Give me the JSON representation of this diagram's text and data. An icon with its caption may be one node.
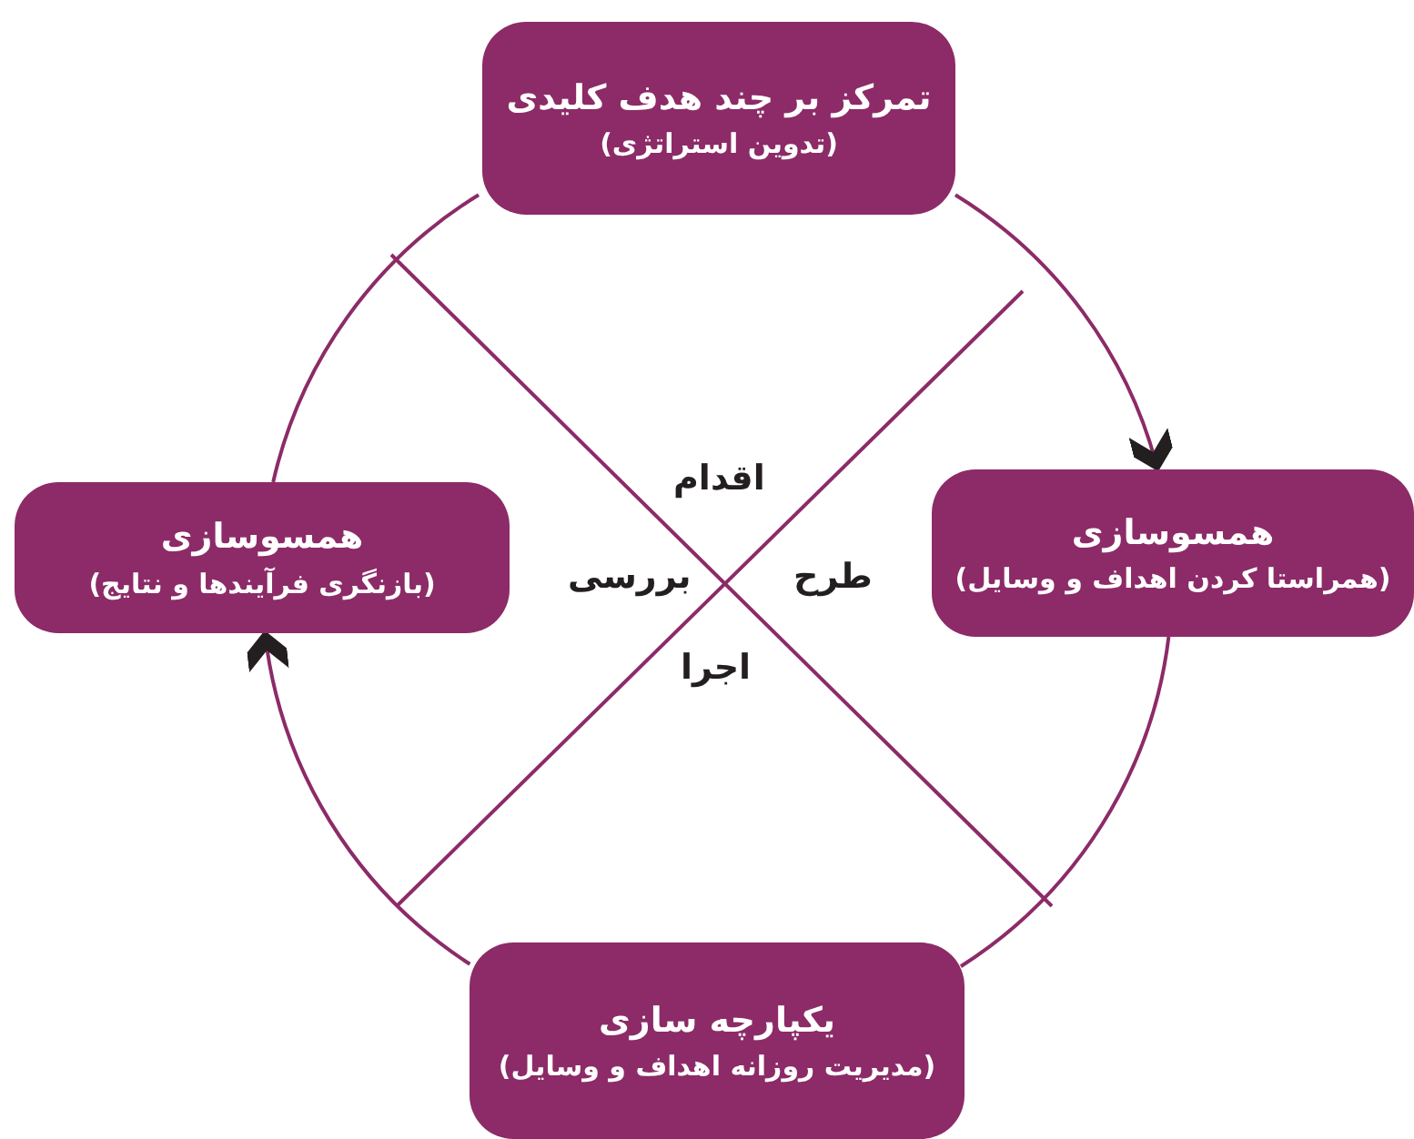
{
  "diagram": {
    "nodes": [
      {
        "text": [
          "تمرکز بر چند هدف کلیدی",
          "(تدوین استراتژی)"
        ]
      },
      {
        "text": [
          "همسوسازی",
          "(همراستا کردن اهداف و وسایل)"
        ]
      },
      {
        "text": [
          "همسوسازی",
          "(بازنگری فرآیندها و نتایج)"
        ]
      },
      {
        "text": [
          "یکپارچه سازی",
          "(مدیریت روزانه اهداف و وسایل)"
        ]
      }
    ],
    "edges": [
      {
        "from": 0,
        "to": 1,
        "arrow": "to"
      },
      {
        "from": 1,
        "to": 3,
        "arrow": "none"
      },
      {
        "from": 3,
        "to": 2,
        "arrow": "to"
      },
      {
        "from": 2,
        "to": 0,
        "arrow": "none"
      }
    ],
    "labels": [
      "اقدام",
      "طرح",
      "بررسی",
      "اجرا"
    ]
  }
}
